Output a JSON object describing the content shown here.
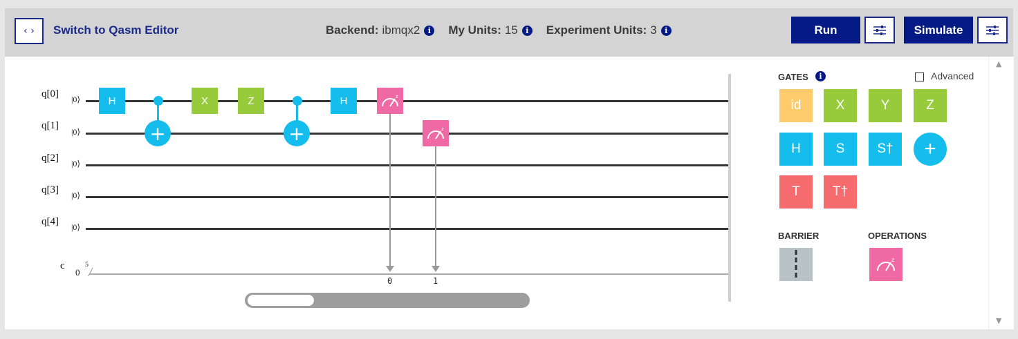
{
  "toolbar": {
    "switch_icon": "code-brackets-icon",
    "switch_icon_text": "‹ ›",
    "switch_label": "Switch to Qasm Editor",
    "backend_key": "Backend:",
    "backend_value": "ibmqx2",
    "units_key": "My Units:",
    "units_value": "15",
    "exp_key": "Experiment Units:",
    "exp_value": "3",
    "run_label": "Run",
    "simulate_label": "Simulate",
    "settings_icon": "sliders-icon",
    "info_glyph": "i"
  },
  "circuit": {
    "qubits": [
      {
        "label": "q[0]",
        "ket": "|0⟩"
      },
      {
        "label": "q[1]",
        "ket": "|0⟩"
      },
      {
        "label": "q[2]",
        "ket": "|0⟩"
      },
      {
        "label": "q[3]",
        "ket": "|0⟩"
      },
      {
        "label": "q[4]",
        "ket": "|0⟩"
      }
    ],
    "classical": {
      "label": "c",
      "init": "0",
      "size": "5",
      "slash": "/"
    },
    "gates_q0": [
      "H",
      "X",
      "Z",
      "H"
    ],
    "cnot_symbol": "+",
    "measure_bits": [
      "0",
      "1"
    ]
  },
  "palette": {
    "gates_title": "GATES",
    "advanced_label": "Advanced",
    "advanced_checked": false,
    "gates": [
      "id",
      "X",
      "Y",
      "Z",
      "H",
      "S",
      "S†",
      "+",
      "T",
      "T†"
    ],
    "barrier_title": "BARRIER",
    "operations_title": "OPERATIONS"
  },
  "scrollbar": {
    "up_icon": "chevron-up-icon",
    "down_icon": "chevron-down-icon"
  }
}
